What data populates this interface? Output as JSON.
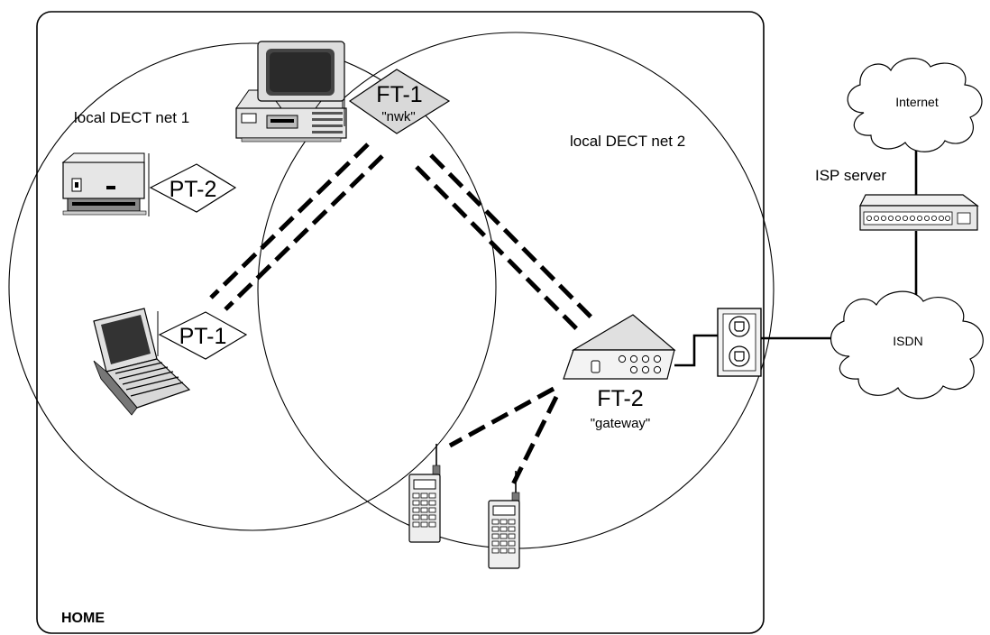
{
  "diagram": {
    "home_label": "HOME",
    "net1_label": "local DECT net 1",
    "net2_label": "local DECT net 2",
    "ft1": {
      "name": "FT-1",
      "sub": "\"nwk\""
    },
    "ft2": {
      "name": "FT-2",
      "sub": "\"gateway\""
    },
    "pt1": {
      "name": "PT-1"
    },
    "pt2": {
      "name": "PT-2"
    },
    "isp_server_label": "ISP server",
    "internet_label": "Internet",
    "isdn_label": "ISDN",
    "colors": {
      "ft1_fill": "#d9d9d9",
      "line": "#000000",
      "background": "#ffffff"
    },
    "icons": [
      "desktop-computer-icon",
      "printer-icon",
      "laptop-icon",
      "dect-gateway-icon",
      "handset-icon",
      "wall-socket-icon",
      "isp-server-icon",
      "cloud-icon"
    ]
  }
}
